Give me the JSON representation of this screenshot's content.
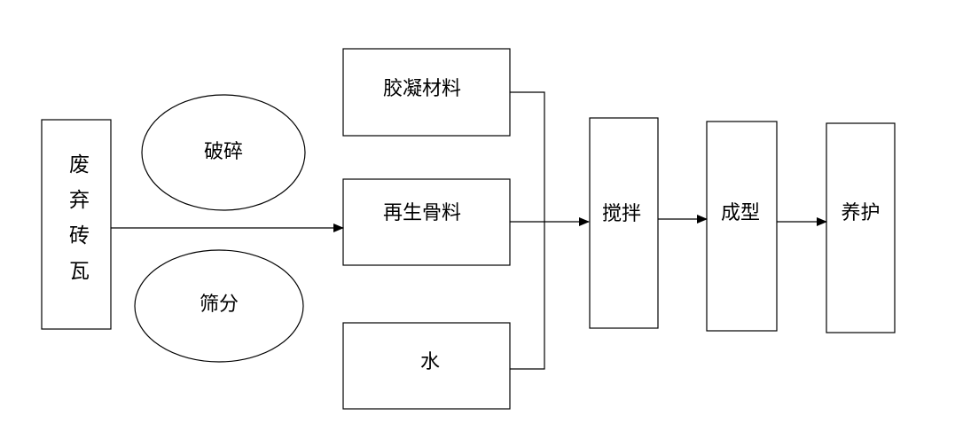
{
  "nodes": {
    "source": "废弃砖瓦",
    "crush": "破碎",
    "sieve": "筛分",
    "binder": "胶凝材料",
    "aggregate": "再生骨料",
    "water": "水",
    "mix": "搅拌",
    "form": "成型",
    "cure": "养护"
  }
}
